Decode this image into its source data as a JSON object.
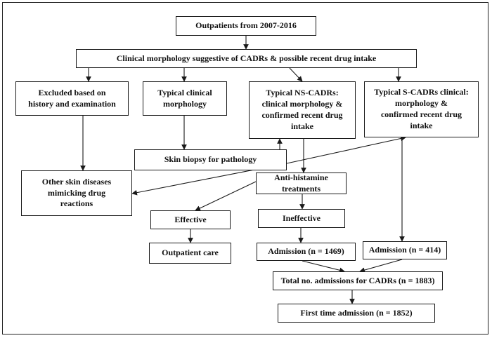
{
  "nodes": {
    "outpatients": "Outpatients from 2007-2016",
    "clinical": "Clinical morphology suggestive of CADRs & possible recent drug intake",
    "excluded": "Excluded based on\nhistory and examination",
    "typical": "Typical clinical\nmorphology",
    "ns_cadrs": "Typical NS-CADRs:\nclinical morphology &\nconfirmed recent drug\nintake",
    "s_cadrs": "Typical S-CADRs clinical:\nmorphology &\nconfirmed recent drug\nintake",
    "biopsy": "Skin biopsy for pathology",
    "other_skin": "Other skin diseases\nmimicking drug\nreactions",
    "antihistamine": "Anti-histamine\ntreatments",
    "effective": "Effective",
    "ineffective": "Ineffective",
    "outpatient_care": "Outpatient care",
    "admission_ns": "Admission (n = 1469)",
    "admission_s": "Admission (n = 414)",
    "total": "Total no. admissions for CADRs (n = 1883)",
    "first_time": "First time admission (n = 1852)"
  },
  "colors": {
    "line": "#1a1a1a",
    "background": "#ffffff"
  }
}
